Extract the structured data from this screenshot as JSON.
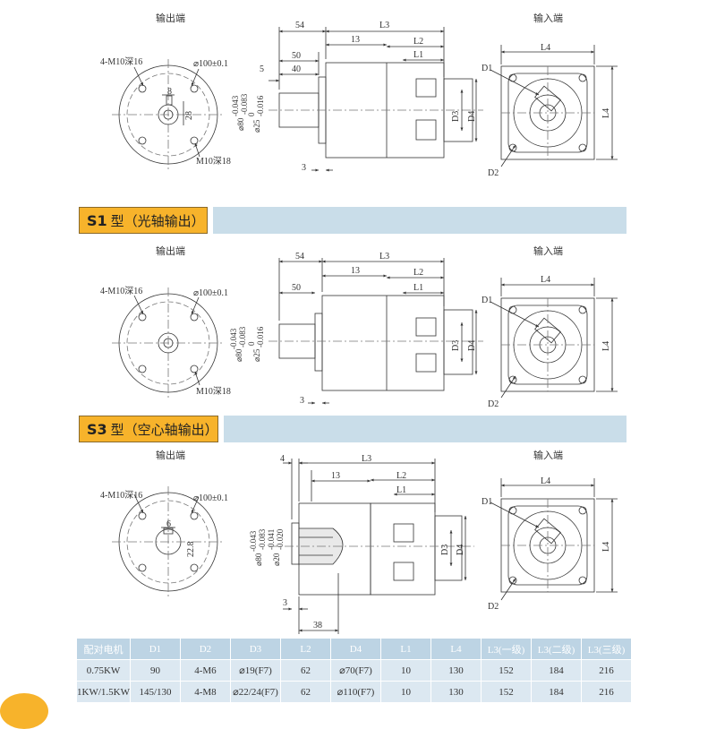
{
  "labels": {
    "output_end": "输出端",
    "input_end": "输入端",
    "hole1": "4-M10深16",
    "pcd": "⌀100±0.1",
    "bolt": "M10深18",
    "d8": "8",
    "d28": "28",
    "d6": "6",
    "d22": "22.8",
    "dim54": "54",
    "dimL3": "L3",
    "dim13": "13",
    "dim50": "50",
    "dim40": "40",
    "dim5": "5",
    "dim4": "4",
    "dim3": "3",
    "dim38": "38",
    "dimL2": "L2",
    "dimL1": "L1",
    "dimL4": "L4",
    "dimD1": "D1",
    "dimD2": "D2",
    "dimD3": "D3",
    "dimD4": "D4",
    "phi80": "⌀80",
    "tol80a": "-0.043",
    "tol80b": "-0.083",
    "phi25": "⌀25",
    "tol25a": "0",
    "tol25b": "-0.016",
    "phi20": "⌀20",
    "tol20a": "-0.041",
    "tol20b": "-0.020"
  },
  "sections": {
    "s1_code": "S1",
    "s1_title": "型（光轴输出）",
    "s3_code": "S3",
    "s3_title": "型（空心轴输出）"
  },
  "table": {
    "headers": [
      "配对电机",
      "D1",
      "D2",
      "D3",
      "L2",
      "D4",
      "L1",
      "L4",
      "L3(一级)",
      "L3(二级)",
      "L3(三级)"
    ],
    "rows": [
      [
        "0.75KW",
        "90",
        "4-M6",
        "⌀19(F7)",
        "62",
        "⌀70(F7)",
        "10",
        "130",
        "152",
        "184",
        "216"
      ],
      [
        "1KW/1.5KW",
        "145/130",
        "4-M8",
        "⌀22/24(F7)",
        "62",
        "⌀110(F7)",
        "10",
        "130",
        "152",
        "184",
        "216"
      ]
    ]
  },
  "colors": {
    "band": "#c9dde9",
    "tag": "#f7b32b",
    "line": "#333333",
    "center": "#777777"
  }
}
